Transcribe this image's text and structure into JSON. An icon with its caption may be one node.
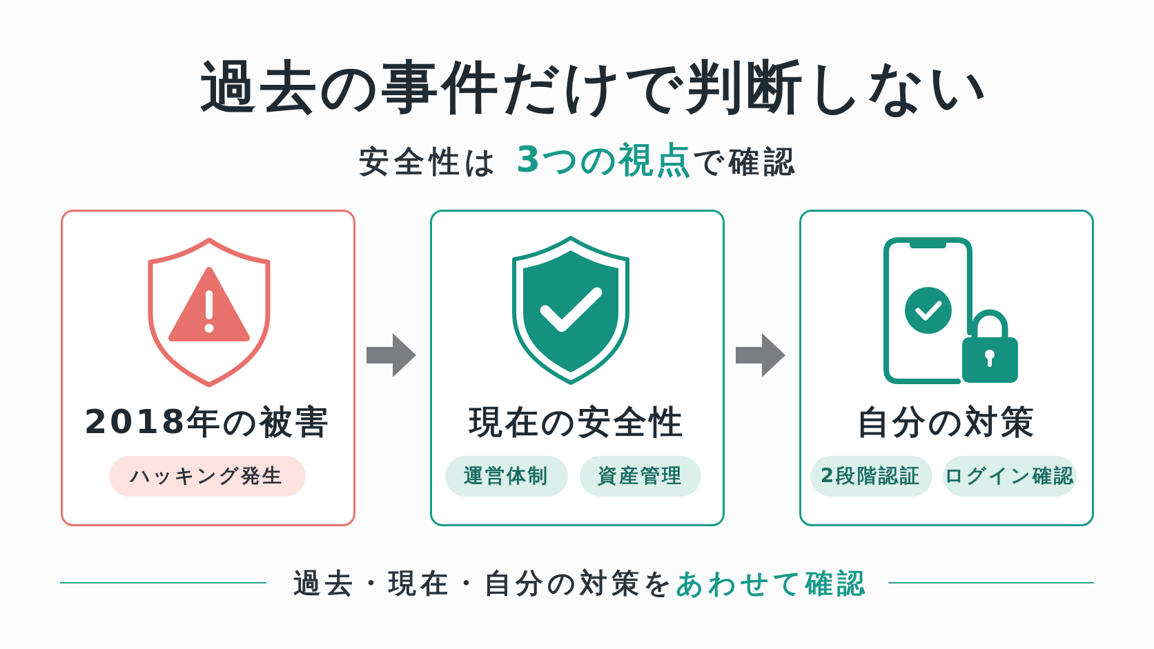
{
  "diagram": {
    "title": "過去の事件だけで判断しない",
    "nodes": [
      {
        "text": [
          "2018年の被害"
        ]
      },
      {
        "text": [
          "ハッキング発生"
        ],
        "in": 0
      },
      {
        "text": [
          "現在の安全性"
        ]
      },
      {
        "text": [
          "運営体制"
        ],
        "in": 2
      },
      {
        "text": [
          "資産管理"
        ],
        "in": 2
      },
      {
        "text": [
          "自分の対策"
        ]
      },
      {
        "text": [
          "2段階認証"
        ],
        "in": 5
      },
      {
        "text": [
          "ログイン確認"
        ],
        "in": 5
      }
    ],
    "edges": [
      {
        "from": 0,
        "to": 2,
        "arrow": "to"
      },
      {
        "from": 2,
        "to": 5,
        "arrow": "to"
      }
    ],
    "labels": [
      "安全性は **3つの視点**で確認",
      "過去・現在・自分の対策を**あわせて確認**"
    ]
  }
}
